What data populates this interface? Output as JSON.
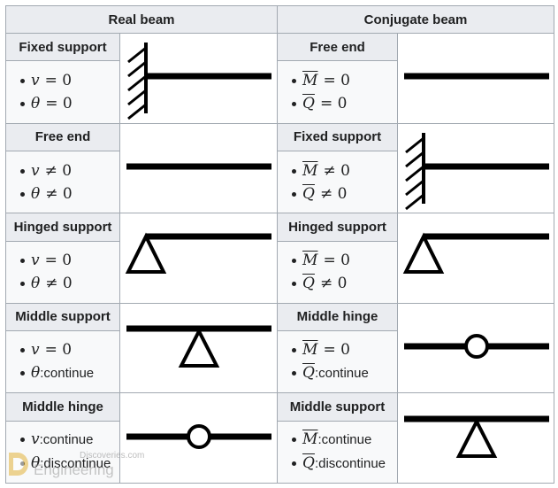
{
  "header": {
    "real": "Real beam",
    "conjugate": "Conjugate beam"
  },
  "rows": [
    {
      "real_label": "Fixed support",
      "real_conds": [
        [
          "v",
          "= 0"
        ],
        [
          "θ",
          "= 0"
        ]
      ],
      "conj_label": "Free end",
      "conj_conds": [
        [
          "M",
          "= 0"
        ],
        [
          "Q",
          "= 0"
        ]
      ],
      "real_icon": "fixed-support-diagram",
      "conj_icon": "free-end-diagram"
    },
    {
      "real_label": "Free end",
      "real_conds": [
        [
          "v",
          "≠ 0"
        ],
        [
          "θ",
          "≠ 0"
        ]
      ],
      "conj_label": "Fixed support",
      "conj_conds": [
        [
          "M",
          "≠ 0"
        ],
        [
          "Q",
          "≠ 0"
        ]
      ],
      "real_icon": "free-end-diagram",
      "conj_icon": "fixed-support-diagram"
    },
    {
      "real_label": "Hinged support",
      "real_conds": [
        [
          "v",
          "= 0"
        ],
        [
          "θ",
          "≠ 0"
        ]
      ],
      "conj_label": "Hinged support",
      "conj_conds": [
        [
          "M",
          "= 0"
        ],
        [
          "Q",
          "≠ 0"
        ]
      ],
      "real_icon": "hinged-support-diagram",
      "conj_icon": "hinged-support-diagram"
    },
    {
      "real_label": "Middle support",
      "real_conds": [
        [
          "v",
          "= 0"
        ],
        [
          "θ",
          ":continue"
        ]
      ],
      "conj_label": "Middle hinge",
      "conj_conds": [
        [
          "M",
          "= 0"
        ],
        [
          "Q",
          ":continue"
        ]
      ],
      "real_icon": "middle-support-diagram",
      "conj_icon": "middle-hinge-diagram"
    },
    {
      "real_label": "Middle hinge",
      "real_conds": [
        [
          "v",
          ":continue"
        ],
        [
          "θ",
          ":discontinue"
        ]
      ],
      "conj_label": "Middle support",
      "conj_conds": [
        [
          "M",
          ":continue"
        ],
        [
          "Q",
          ":discontinue"
        ]
      ],
      "real_icon": "middle-hinge-diagram",
      "conj_icon": "middle-support-diagram"
    }
  ],
  "watermark": {
    "line1": "Discoveries.com",
    "line2": "Engineering"
  },
  "colors": {
    "header_bg": "#eaecf0",
    "cell_bg": "#f8f9fa",
    "border": "#a2a9b1",
    "ink": "#000000"
  }
}
